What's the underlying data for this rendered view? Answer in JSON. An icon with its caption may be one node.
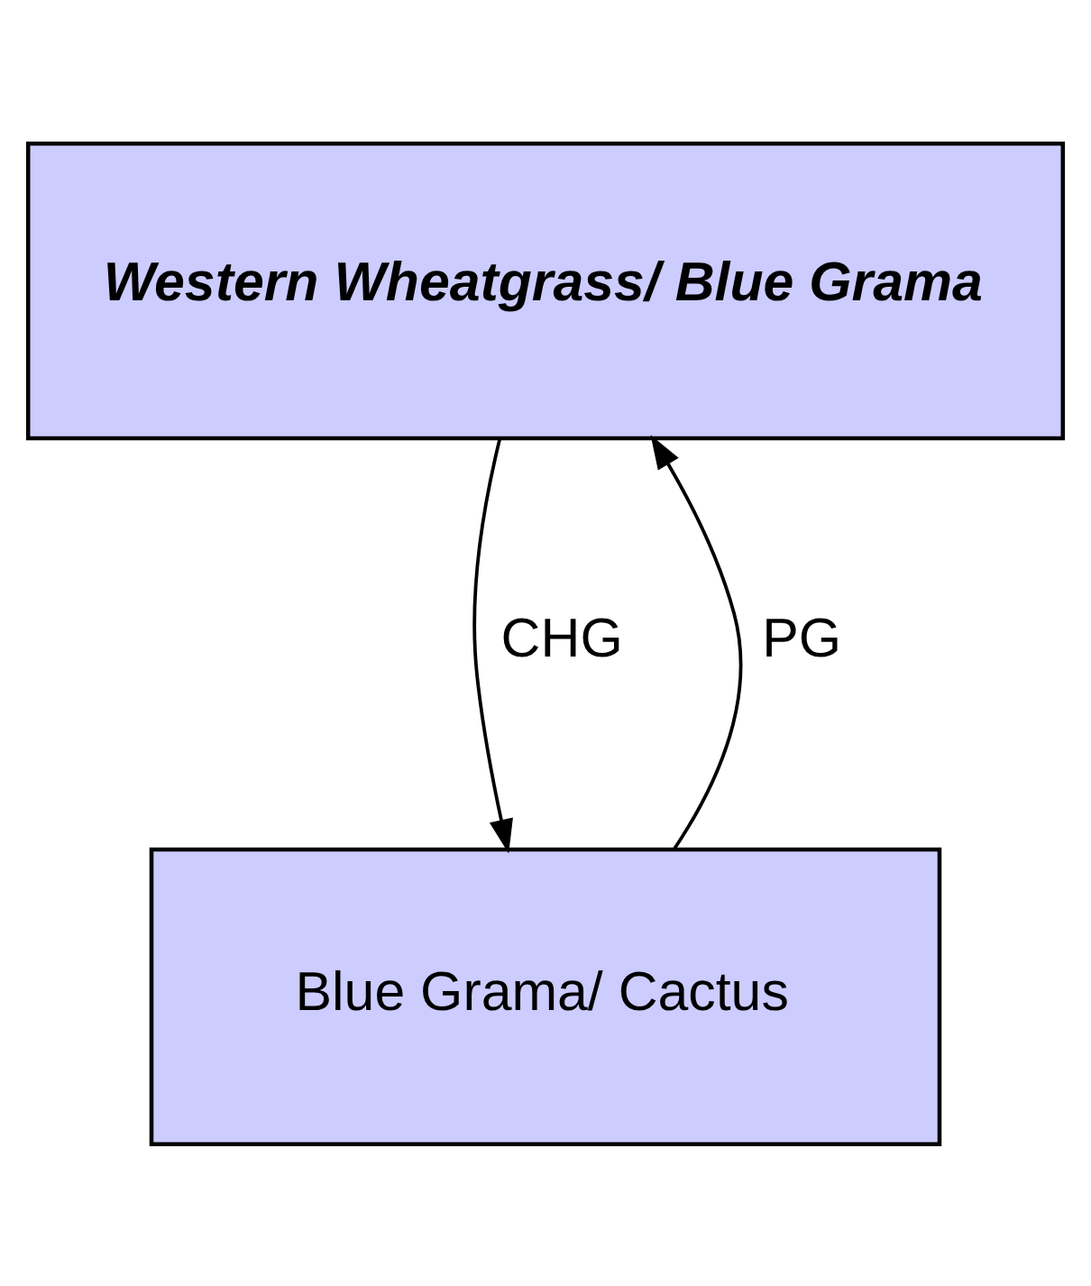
{
  "diagram": {
    "nodes": [
      {
        "text": [
          "Western Wheatgrass/ Blue Grama"
        ]
      },
      {
        "text": [
          "Blue Grama/ Cactus"
        ]
      }
    ],
    "edges": [
      {
        "from": 1,
        "to": 0,
        "label": "PG",
        "arrow": "to"
      },
      {
        "from": 0,
        "to": 1,
        "label": "CHG",
        "arrow": "to"
      }
    ]
  }
}
